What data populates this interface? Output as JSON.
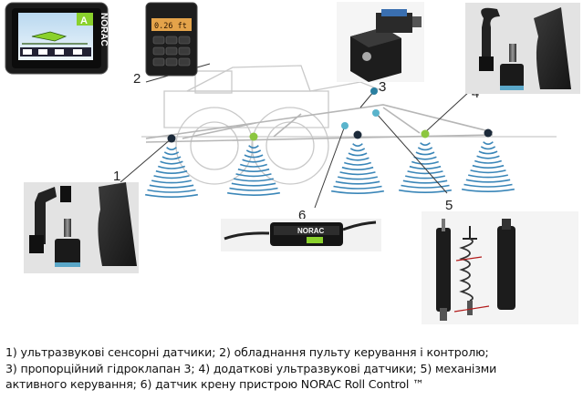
{
  "callouts": [
    "1",
    "2",
    "3",
    "4",
    "5",
    "6"
  ],
  "display": {
    "brand": "NORAC",
    "corner_letter": "A",
    "readout": "0.26 ft"
  },
  "sensor_module": {
    "brand": "NORAC"
  },
  "caption": {
    "line1": "1) ультразвукові сенсорні датчики; 2) обладнання пульту керування і контролю;",
    "line2": "3) пропорційний гідроклапан 3; 4) додаткові ультразвукові датчики; 5) механізми",
    "line3": "активного керування; 6) датчик крену пристрою NORAC Roll Control ™"
  },
  "colors": {
    "sensor_dark": "#1c2a3a",
    "sensor_green": "#8cc63f",
    "sensor_cyan": "#5ab4cc",
    "sensor_teal": "#2a7fa0",
    "wave_blue": "#3a86b8",
    "leader": "#3a3a3a",
    "display_green": "#8ad12c"
  }
}
